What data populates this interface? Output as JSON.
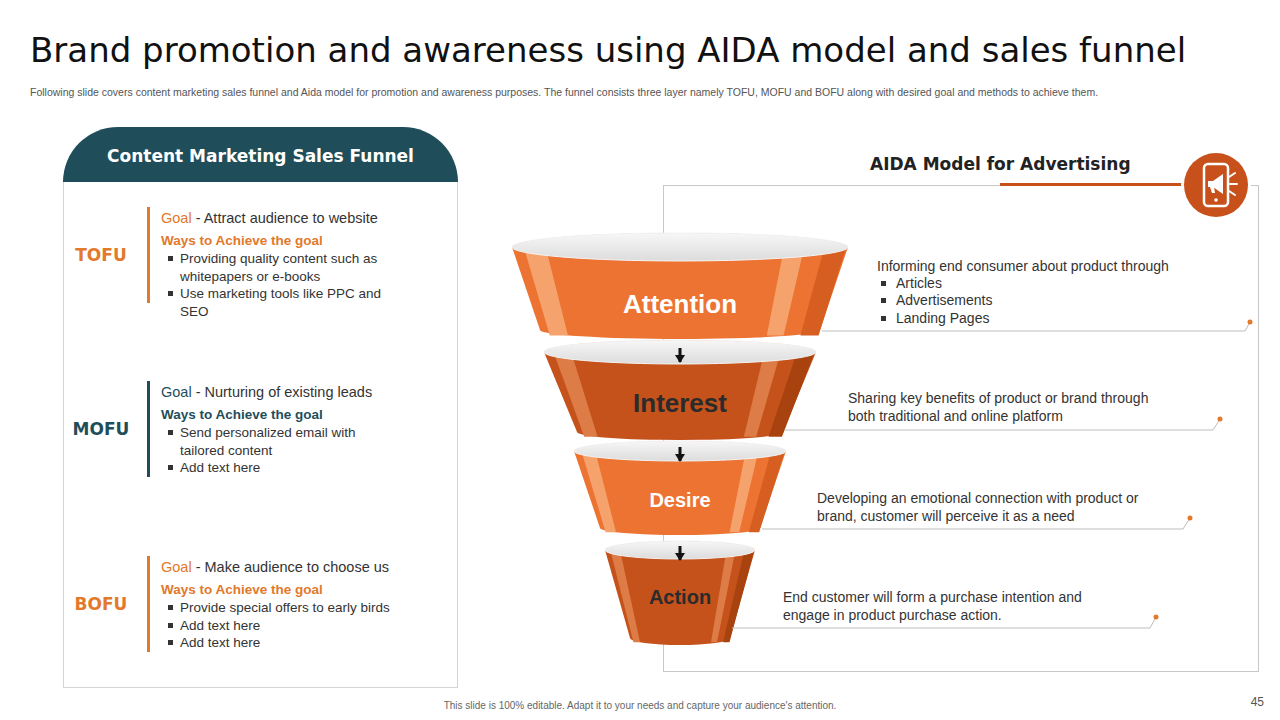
{
  "diagram": {
    "title": "Brand promotion and awareness using AIDA model and sales funnel",
    "nodes": [
      {
        "text": [
          "Content Marketing Sales Funnel"
        ]
      },
      {
        "text": [
          "TOFU",
          "Goal",
          "- Attract audience to website",
          "Ways to Achieve the goal",
          "Providing quality content such as whitepapers or e-books",
          "Use marketing tools like PPC and SEO"
        ],
        "in": 0
      },
      {
        "text": [
          "MOFU",
          "Goal",
          "- Nurturing of existing leads",
          "Ways to Achieve the goal",
          "Send personalized email with tailored content",
          "Add text here"
        ],
        "in": 0
      },
      {
        "text": [
          "BOFU",
          "Goal",
          "- Make audience to choose us",
          "Ways to Achieve the goal",
          "Provide special offers to early birds",
          "Add text here",
          "Add text here"
        ],
        "in": 0
      },
      {
        "text": [
          "AIDA Model for Advertising"
        ]
      },
      {
        "text": [
          "Attention"
        ],
        "in": 4
      },
      {
        "text": [
          "Interest"
        ],
        "in": 4
      },
      {
        "text": [
          "Desire"
        ],
        "in": 4
      },
      {
        "text": [
          "Action"
        ],
        "in": 4
      }
    ],
    "edges": [
      {
        "from": 5,
        "to": 6,
        "arrow": "to"
      },
      {
        "from": 6,
        "to": 7,
        "arrow": "to"
      },
      {
        "from": 7,
        "to": 8,
        "arrow": "to"
      }
    ],
    "labels": [
      "Following slide covers content marketing sales funnel and Aida model for promotion and awareness purposes. The funnel consists three layer namely TOFU, MOFU and BOFU along with desired goal and methods to achieve them.",
      "Informing end consumer about product through",
      "Articles",
      "Advertisements",
      "Landing Pages",
      "Sharing key benefits of product or brand through both traditional and online platform",
      "Developing an emotional connection with product or brand, customer will perceive it as a need",
      "End customer will form a purchase intention and engage in product purchase action.",
      "This slide is 100% editable. Adapt it to your needs and capture your audience's attention.",
      "45"
    ]
  }
}
